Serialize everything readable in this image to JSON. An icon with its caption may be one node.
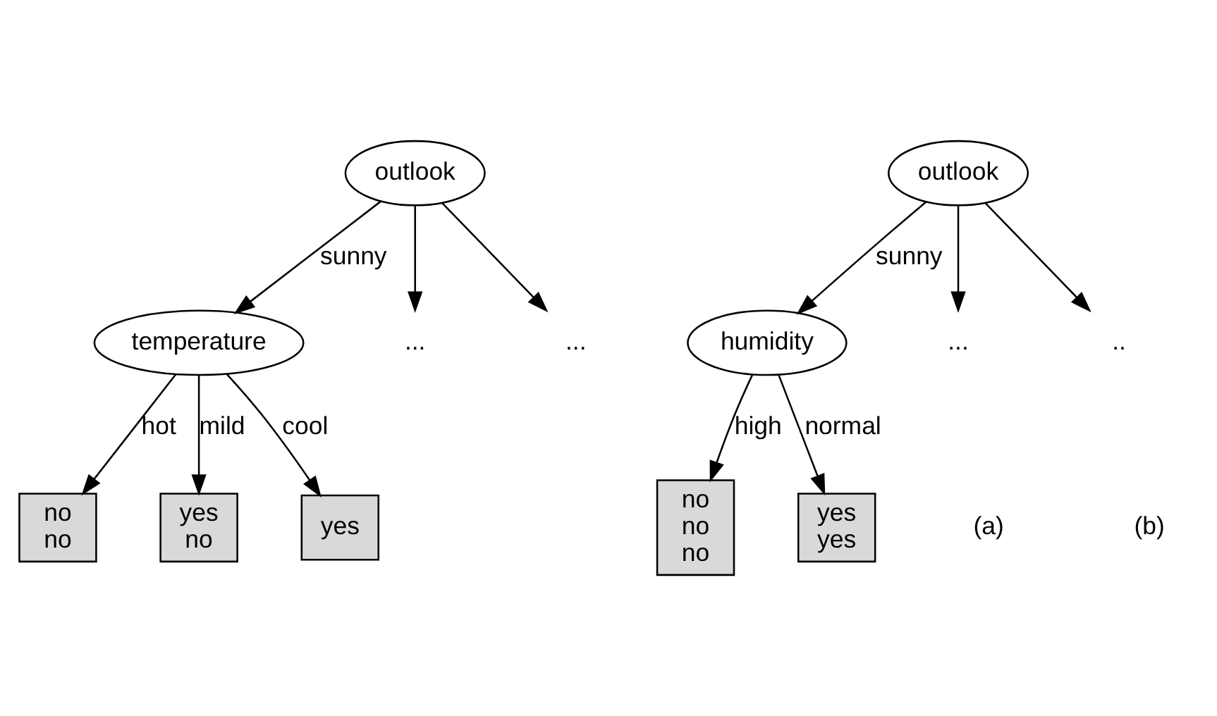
{
  "diagram": {
    "nodes": [
      {
        "text": [
          "outlook"
        ]
      },
      {
        "text": [
          "temperature"
        ]
      },
      {
        "text": [
          "..."
        ]
      },
      {
        "text": [
          "..."
        ]
      },
      {
        "text": [
          "no no"
        ]
      },
      {
        "text": [
          "yes no"
        ]
      },
      {
        "text": [
          "yes"
        ]
      },
      {
        "text": [
          "outlook"
        ]
      },
      {
        "text": [
          "humidity"
        ]
      },
      {
        "text": [
          "..."
        ]
      },
      {
        "text": [
          ".."
        ]
      },
      {
        "text": [
          "no no no"
        ]
      },
      {
        "text": [
          "yes yes"
        ]
      }
    ],
    "edges": [
      {
        "from": 0,
        "to": 1,
        "arrow": "to",
        "label": "sunny"
      },
      {
        "from": 0,
        "to": 2,
        "arrow": "to"
      },
      {
        "from": 0,
        "to": 3,
        "arrow": "to"
      },
      {
        "from": 1,
        "to": 4,
        "arrow": "to",
        "label": "hot"
      },
      {
        "from": 1,
        "to": 5,
        "arrow": "to",
        "label": "mild"
      },
      {
        "from": 1,
        "to": 6,
        "arrow": "to",
        "label": "cool"
      },
      {
        "from": 7,
        "to": 8,
        "arrow": "to",
        "label": "sunny"
      },
      {
        "from": 7,
        "to": 9,
        "arrow": "to"
      },
      {
        "from": 7,
        "to": 10,
        "arrow": "to"
      },
      {
        "from": 8,
        "to": 11,
        "arrow": "to",
        "label": "high"
      },
      {
        "from": 8,
        "to": 12,
        "arrow": "to",
        "label": "normal"
      }
    ],
    "labels": [
      "(a)",
      "(b)"
    ]
  }
}
